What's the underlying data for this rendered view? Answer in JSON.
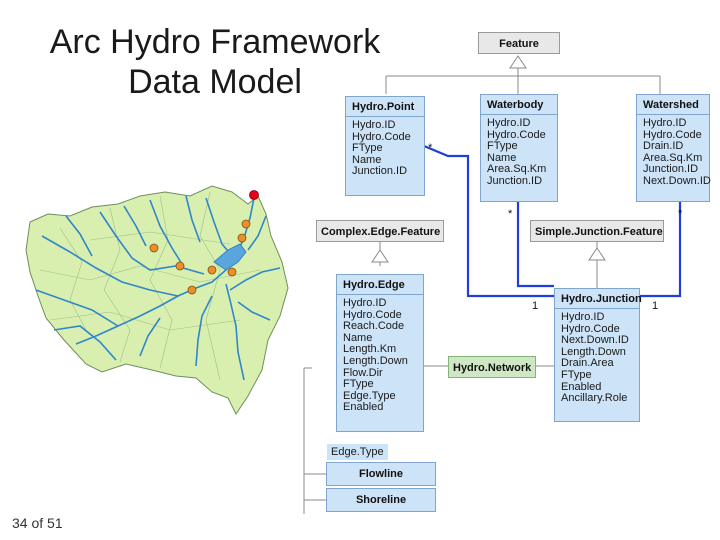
{
  "slide": {
    "title_line1": "Arc Hydro Framework",
    "title_line2": "Data Model",
    "footer": "34 of 51"
  },
  "classes": {
    "feature": {
      "name": "Feature"
    },
    "hydro_point": {
      "name": "Hydro.Point",
      "attributes": [
        "Hydro.ID",
        "Hydro.Code",
        "FType",
        "Name",
        "Junction.ID"
      ]
    },
    "waterbody": {
      "name": "Waterbody",
      "attributes": [
        "Hydro.ID",
        "Hydro.Code",
        "FType",
        "Name",
        "Area.Sq.Km",
        "Junction.ID"
      ]
    },
    "watershed": {
      "name": "Watershed",
      "attributes": [
        "Hydro.ID",
        "Hydro.Code",
        "Drain.ID",
        "Area.Sq.Km",
        "Junction.ID",
        "Next.Down.ID"
      ]
    },
    "complex_edge_feature": {
      "name": "Complex.Edge.Feature"
    },
    "simple_junction_feature": {
      "name": "Simple.Junction.Feature"
    },
    "hydro_edge": {
      "name": "Hydro.Edge",
      "attributes": [
        "Hydro.ID",
        "Hydro.Code",
        "Reach.Code",
        "Name",
        "Length.Km",
        "Length.Down",
        "Flow.Dir",
        "FType",
        "Edge.Type",
        "Enabled"
      ]
    },
    "hydro_network": {
      "name": "Hydro.Network"
    },
    "hydro_junction": {
      "name": "Hydro.Junction",
      "attributes": [
        "Hydro.ID",
        "Hydro.Code",
        "Next.Down.ID",
        "Length.Down",
        "Drain.Area",
        "FType",
        "Enabled",
        "Ancillary.Role"
      ]
    },
    "edge_type": {
      "label": "Edge.Type"
    },
    "flowline": {
      "name": "Flowline"
    },
    "shoreline": {
      "name": "Shoreline"
    }
  },
  "multiplicities": {
    "hydro_point_star": "*",
    "waterbody_star": "*",
    "watershed_star": "*",
    "junction_one_left": "1",
    "junction_one_right": "1"
  },
  "colors": {
    "association_line": "#1f3fd6",
    "map_fill": "#d9efb0",
    "map_streams": "#2f86c9",
    "map_points": "#e8902a",
    "outlet_point": "#e8001c"
  }
}
